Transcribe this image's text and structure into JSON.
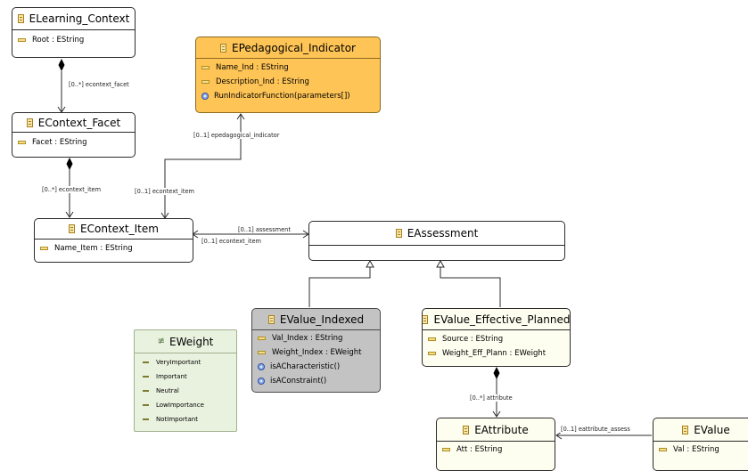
{
  "classes": {
    "elearning_context": {
      "name": "ELearning_Context",
      "attributes": [
        {
          "label": "Root : EString"
        }
      ]
    },
    "econtext_facet": {
      "name": "EContext_Facet",
      "attributes": [
        {
          "label": "Facet : EString"
        }
      ]
    },
    "epedagogical_indicator": {
      "name": "EPedagogical_Indicator",
      "attributes": [
        {
          "label": "Name_Ind : EString"
        },
        {
          "label": "Description_Ind : EString"
        }
      ],
      "operations": [
        {
          "label": "RunIndicatorFunction(parameters[])"
        }
      ],
      "color": "#fec456"
    },
    "econtext_item": {
      "name": "EContext_Item",
      "attributes": [
        {
          "label": "Name_Item : EString"
        }
      ]
    },
    "eassessment": {
      "name": "EAssessment"
    },
    "evalue_indexed": {
      "name": "EValue_Indexed",
      "attributes": [
        {
          "label": "Val_Index : EString"
        },
        {
          "label": "Weight_Index : EWeight"
        }
      ],
      "operations": [
        {
          "label": "isACharacteristic()"
        },
        {
          "label": "isAConstraint()"
        }
      ],
      "color": "#c3c3c3"
    },
    "evalue_effective_planned": {
      "name": "EValue_Effective_Planned",
      "attributes": [
        {
          "label": "Source : EString"
        },
        {
          "label": "Weight_Eff_Plann : EWeight"
        }
      ],
      "color": "#fefef0"
    },
    "eattribute": {
      "name": "EAttribute",
      "attributes": [
        {
          "label": "Att : EString"
        }
      ]
    },
    "evalue": {
      "name": "EValue",
      "attributes": [
        {
          "label": "Val : EString"
        }
      ]
    }
  },
  "enum": {
    "name": "EWeight",
    "literals": [
      "VeryImportant",
      "Important",
      "Neutral",
      "LowImportance",
      "NotImportant"
    ],
    "color": "#e9f2df"
  },
  "references": {
    "econtext_facet": "[0..*] econtext_facet",
    "econtext_item_from_facet": "[0..*] econtext_item",
    "epedagogical_indicator": "[0..1] epedagogical_indicator",
    "econtext_item_from_indicator": "[0..1] econtext_item",
    "assessment": "[0..1] assessment",
    "econtext_item_from_assessment": "[0..1] econtext_item",
    "attribute": "[0..*] attribute",
    "eattribute_assess": "[0..1] eattribute_assess"
  }
}
